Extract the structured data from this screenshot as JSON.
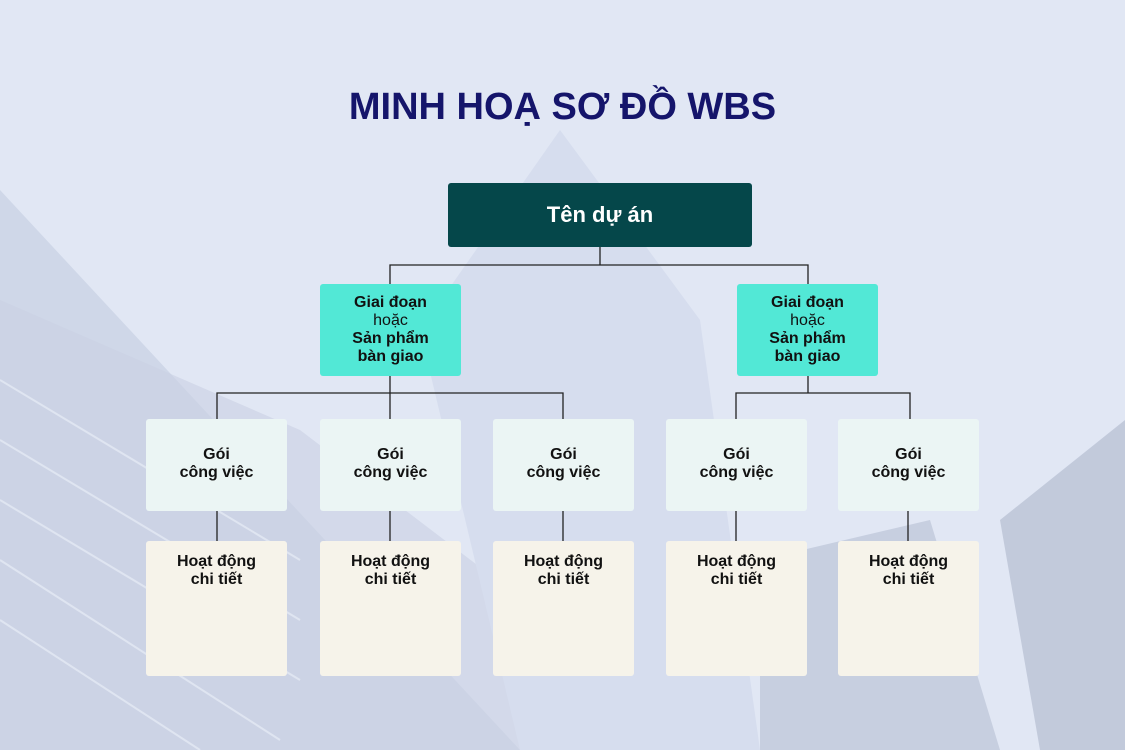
{
  "title": "MINH HOẠ SƠ ĐỒ WBS",
  "root": "Tên dự án",
  "phases": [
    {
      "line1": "Giai đoạn",
      "line2": "hoặc",
      "line3": "Sản phẩm",
      "line4": "bàn giao"
    },
    {
      "line1": "Giai đoạn",
      "line2": "hoặc",
      "line3": "Sản phẩm",
      "line4": "bàn giao"
    }
  ],
  "work_packages": [
    {
      "line1": "Gói",
      "line2": "công việc"
    },
    {
      "line1": "Gói",
      "line2": "công việc"
    },
    {
      "line1": "Gói",
      "line2": "công việc"
    },
    {
      "line1": "Gói",
      "line2": "công việc"
    },
    {
      "line1": "Gói",
      "line2": "công việc"
    }
  ],
  "details": [
    {
      "line1": "Hoạt động",
      "line2": "chi tiết"
    },
    {
      "line1": "Hoạt động",
      "line2": "chi tiết"
    },
    {
      "line1": "Hoạt động",
      "line2": "chi tiết"
    },
    {
      "line1": "Hoạt động",
      "line2": "chi tiết"
    },
    {
      "line1": "Hoạt động",
      "line2": "chi tiết"
    }
  ]
}
